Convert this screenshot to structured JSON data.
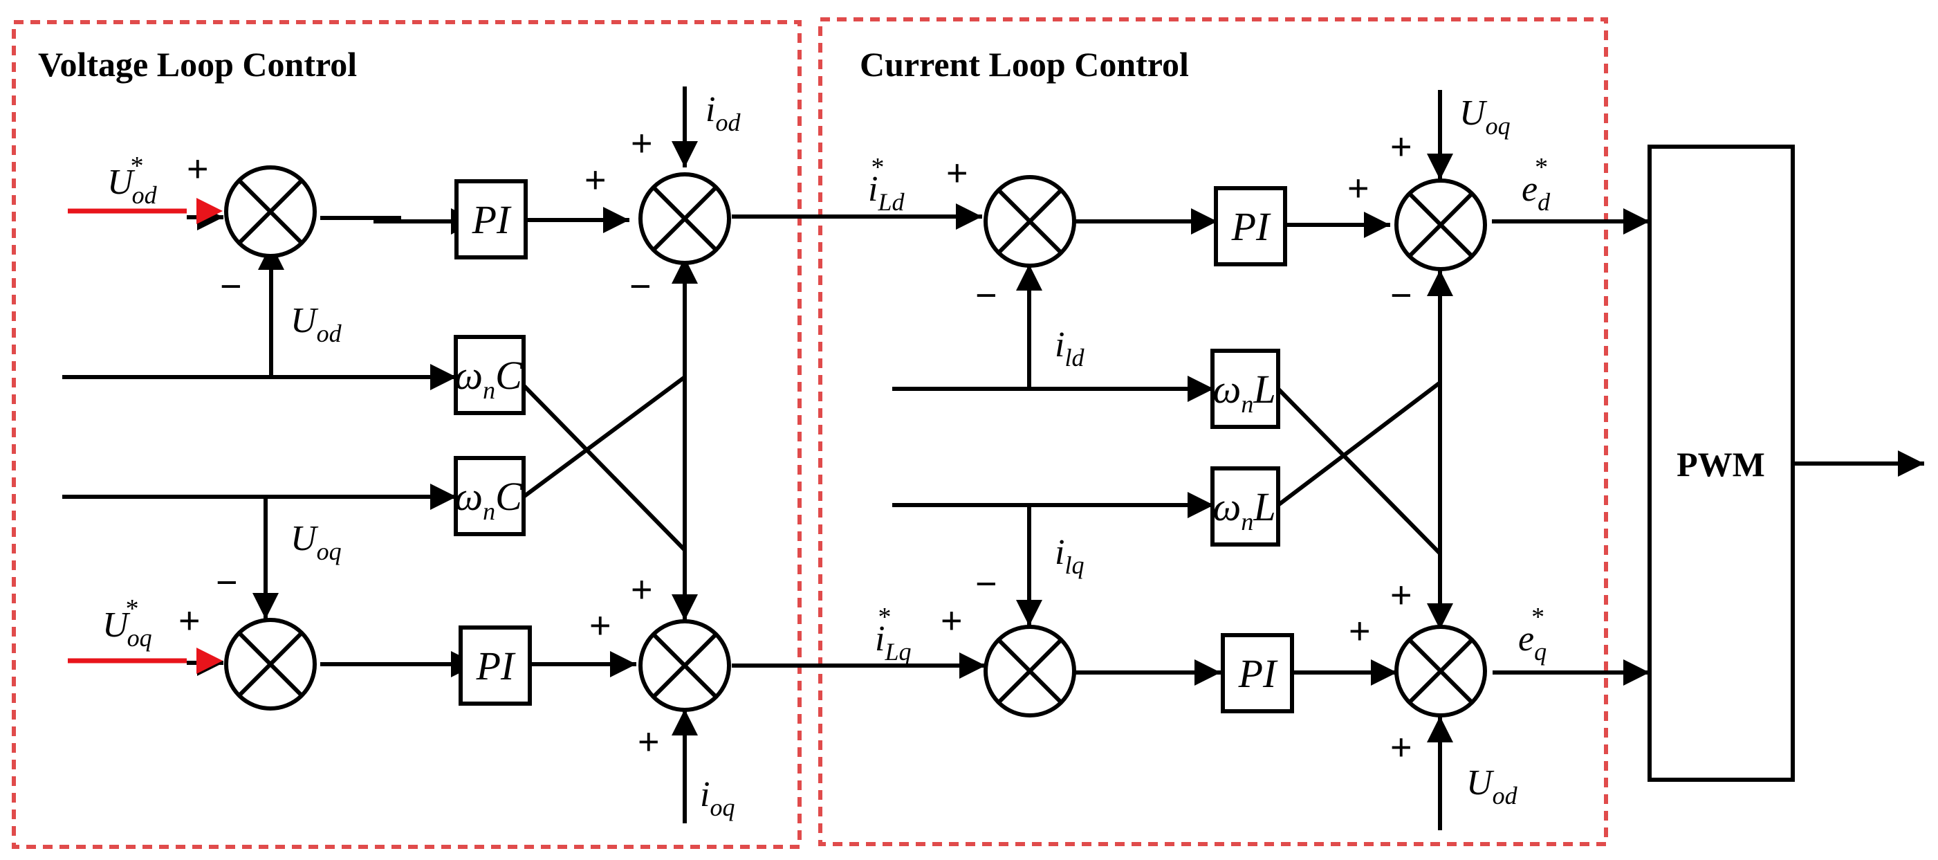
{
  "sections": {
    "voltage_loop_title": "Voltage Loop Control",
    "current_loop_title": "Current Loop Control"
  },
  "blocks": {
    "pi": [
      "P",
      "I"
    ],
    "wc": [
      "ω",
      "n",
      "C"
    ],
    "wl": [
      "ω",
      "n",
      "L"
    ],
    "pwm": "PWM"
  },
  "signals": {
    "u_od_ref": [
      "U",
      "od",
      "*"
    ],
    "u_oq_ref": [
      "U",
      "oq",
      "*"
    ],
    "u_od": [
      "U",
      "od"
    ],
    "u_oq": [
      "U",
      "oq"
    ],
    "i_od": [
      "i",
      "od"
    ],
    "i_oq": [
      "i",
      "oq"
    ],
    "i_Ld_ref": [
      "i",
      "Ld",
      "*"
    ],
    "i_Lq_ref": [
      "i",
      "Lq",
      "*"
    ],
    "i_ld": [
      "i",
      "ld"
    ],
    "i_lq": [
      "i",
      "lq"
    ],
    "e_d_ref": [
      "e",
      "d",
      "*"
    ],
    "e_q_ref": [
      "e",
      "q",
      "*"
    ]
  },
  "signs": {
    "plus": "+",
    "minus": "−"
  },
  "colors": {
    "frame": "#e04b4b",
    "reference_input": "#e8141b",
    "line": "#000000"
  }
}
